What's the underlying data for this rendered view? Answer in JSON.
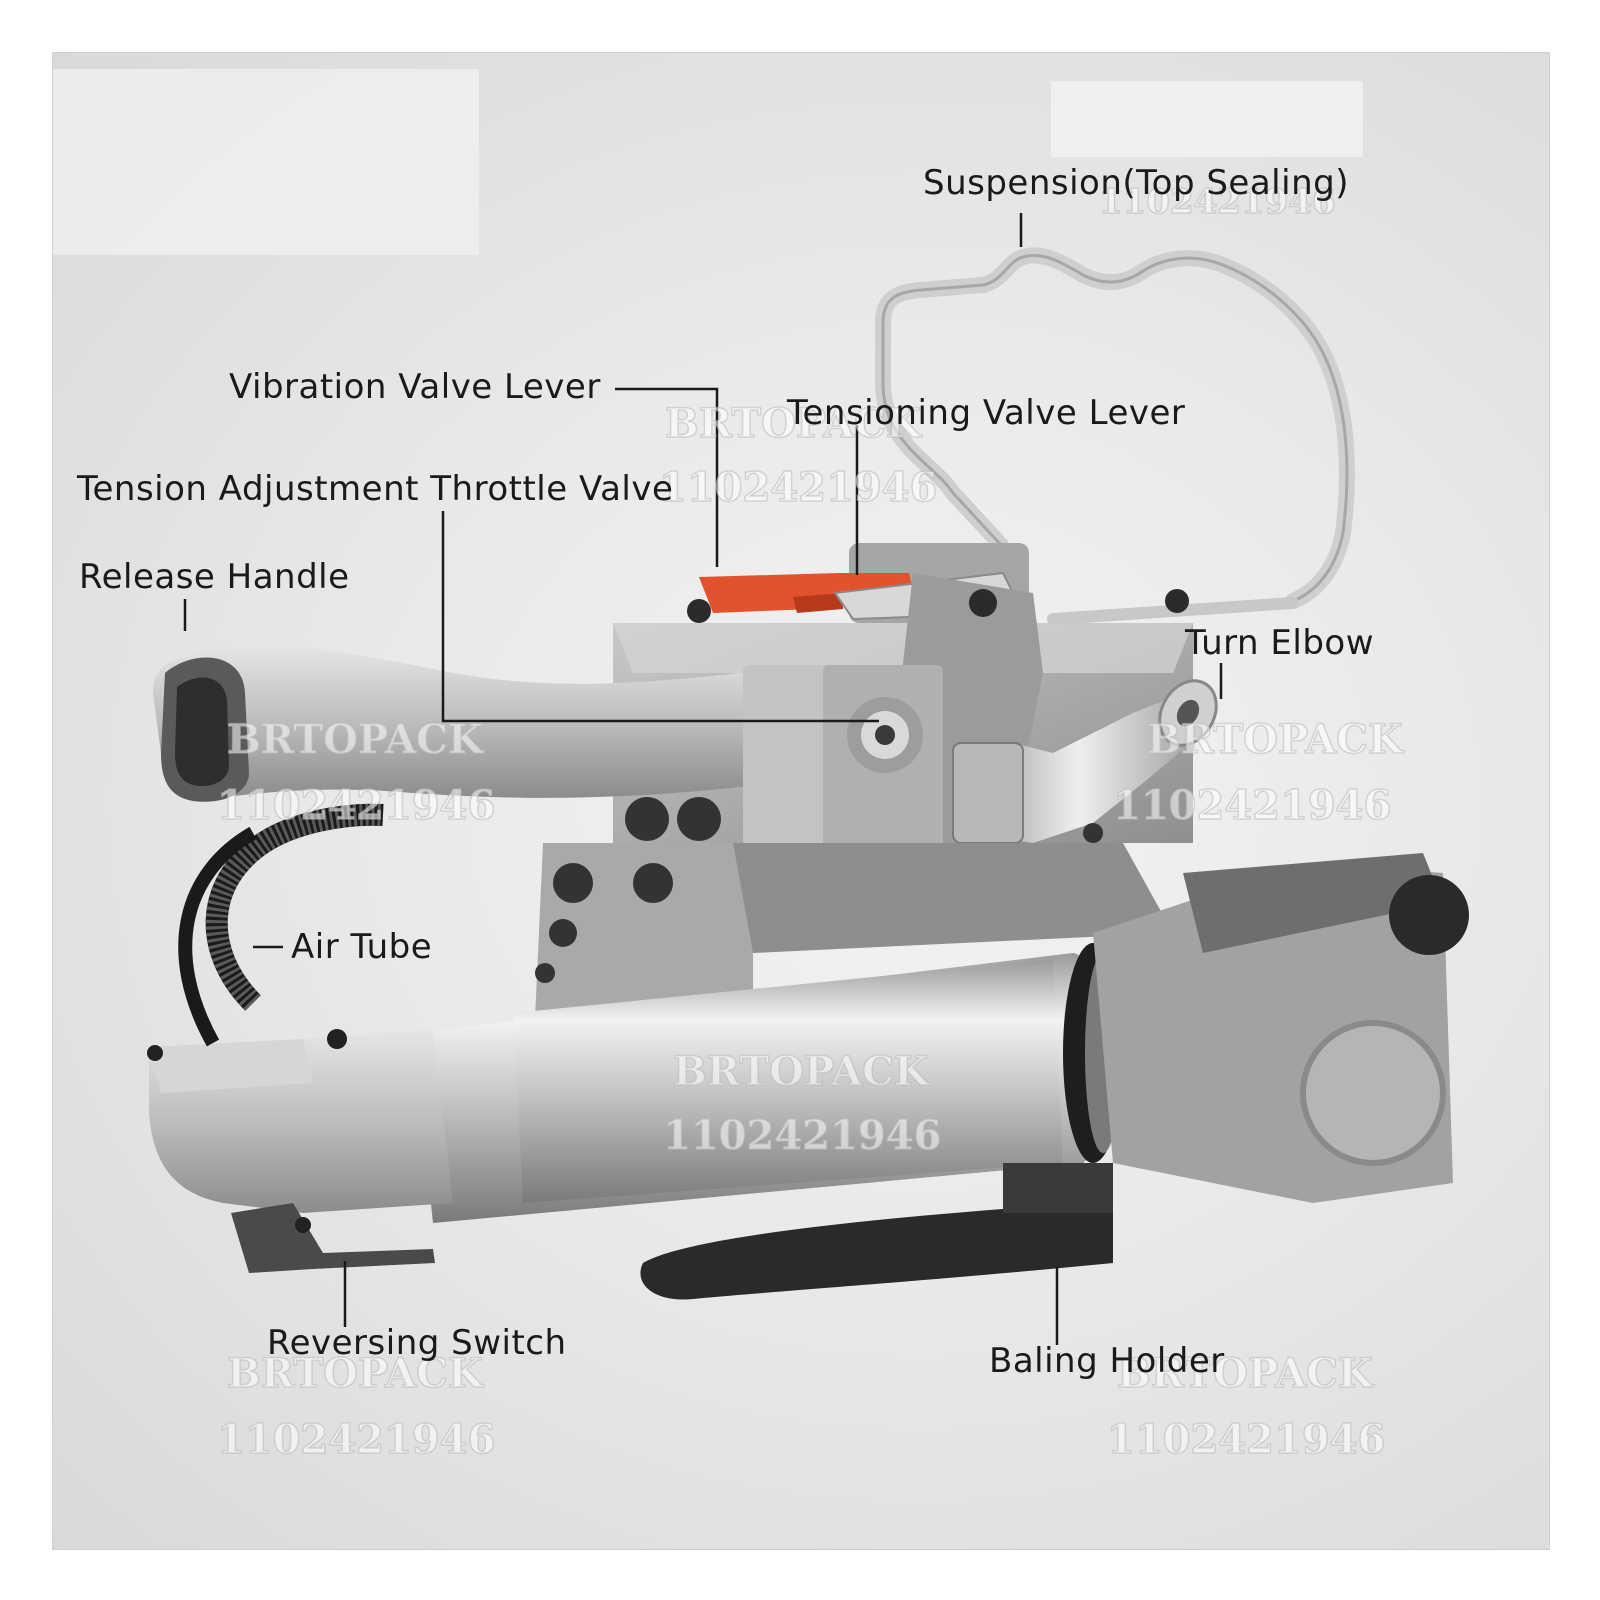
{
  "labels": {
    "suspension": "Suspension(Top Sealing)",
    "vibration_valve_lever": "Vibration Valve Lever",
    "tensioning_valve_lever": "Tensioning Valve Lever",
    "tension_adjustment": "Tension Adjustment Throttle Valve",
    "release_handle": "Release Handle",
    "turn_elbow": "Turn Elbow",
    "air_tube": "Air Tube",
    "reversing_switch": "Reversing Switch",
    "baling_holder": "Baling Holder"
  },
  "watermark": {
    "brand": "BRTOPACK",
    "number": "1102421946"
  },
  "colors": {
    "background": "#e9e9e9",
    "metal": "#b9b9b9",
    "lever_accent": "#e2522c",
    "base_plate": "#2a2a2a"
  }
}
